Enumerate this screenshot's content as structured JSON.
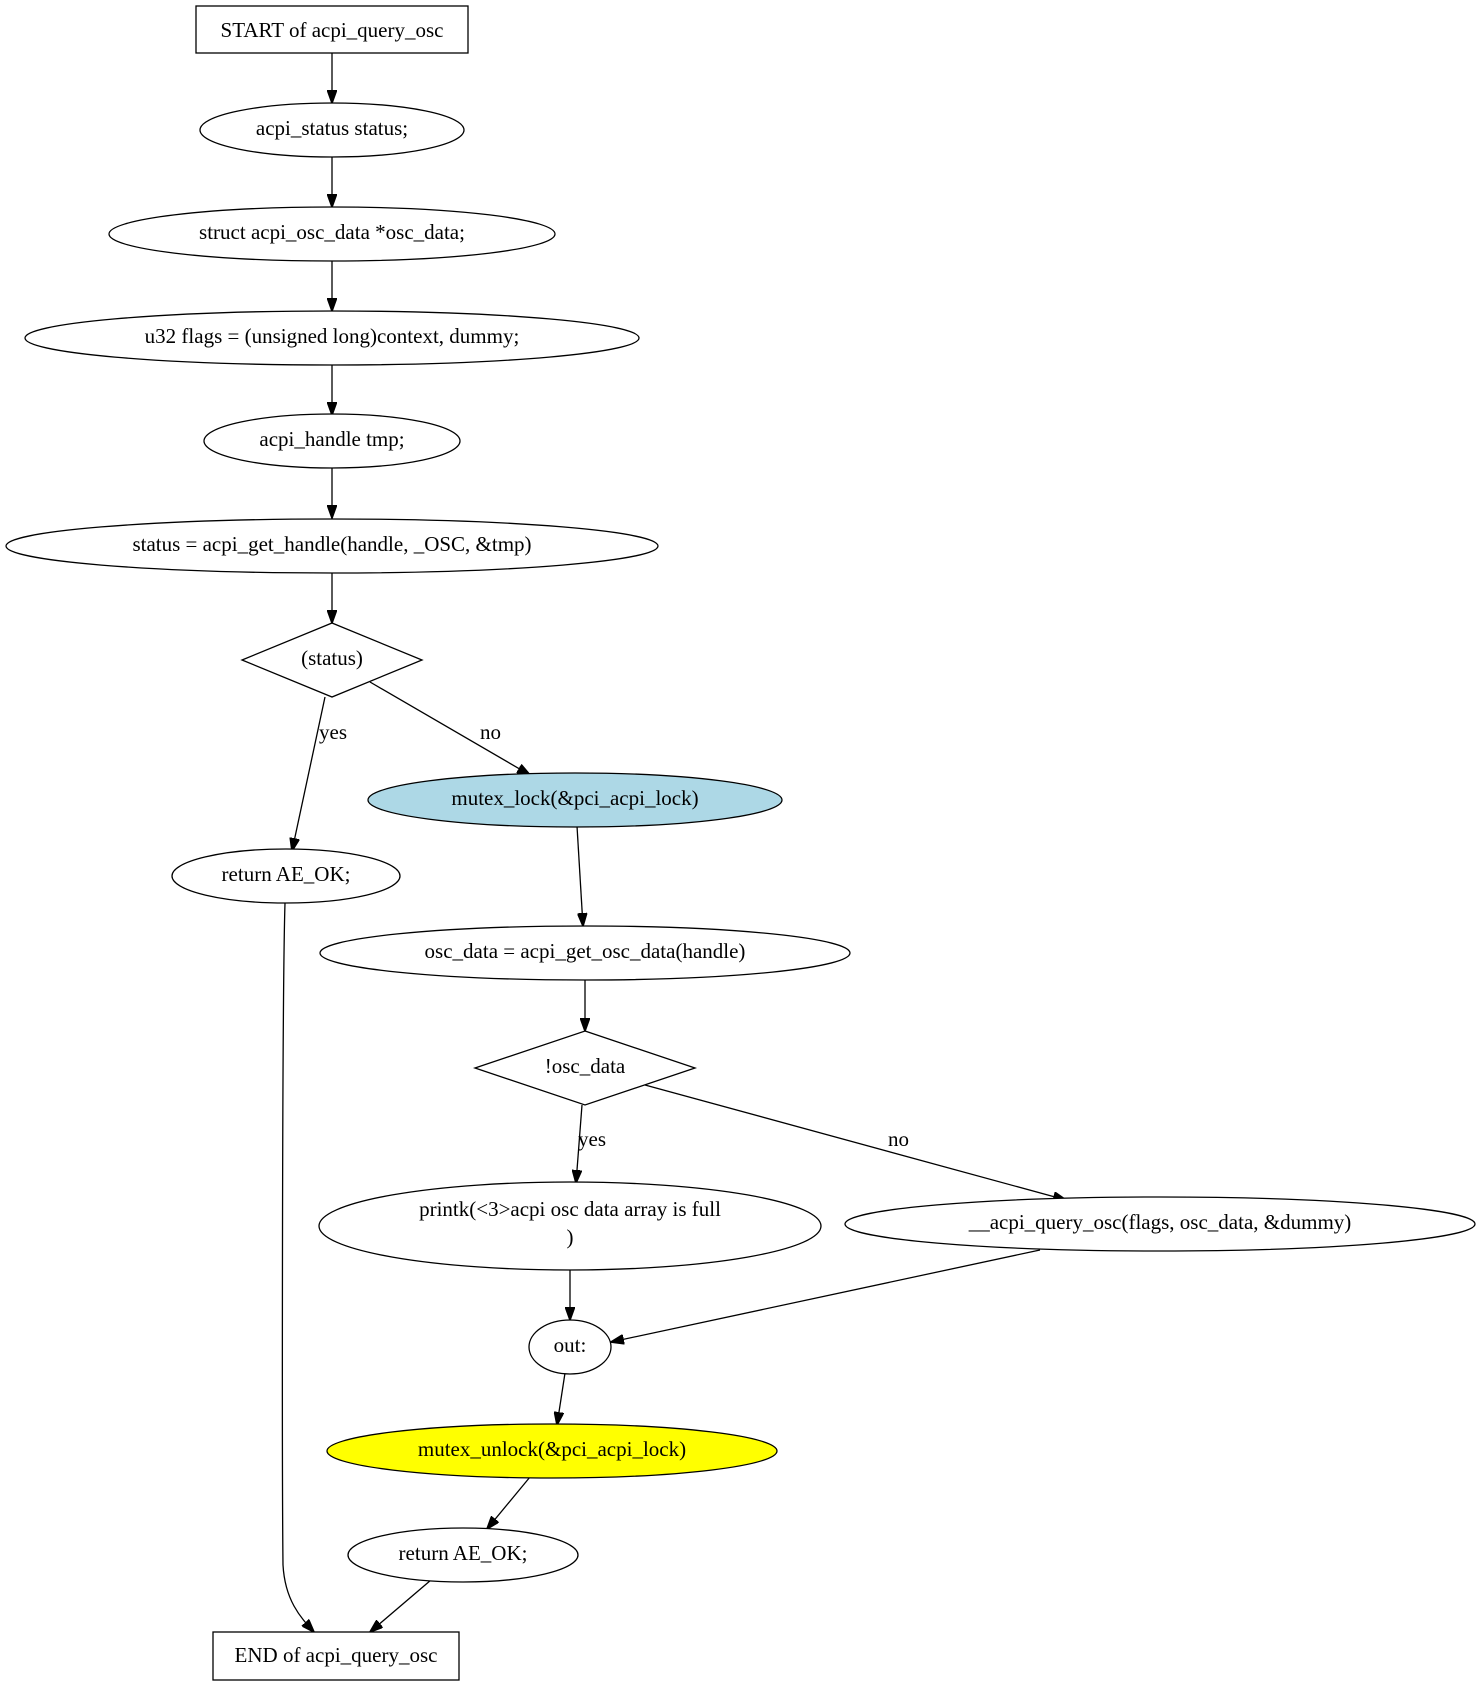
{
  "colors": {
    "default_fill": "#ffffff",
    "lock_fill": "#add8e6",
    "unlock_fill": "#ffff00",
    "stroke": "#000000"
  },
  "nodes": {
    "start": {
      "label": "START of acpi_query_osc"
    },
    "decl_status": {
      "label": "acpi_status status;"
    },
    "decl_osc_data": {
      "label": "struct acpi_osc_data *osc_data;"
    },
    "decl_flags": {
      "label": "u32 flags = (unsigned long)context, dummy;"
    },
    "decl_tmp": {
      "label": "acpi_handle tmp;"
    },
    "get_handle": {
      "label": "status = acpi_get_handle(handle, _OSC, &tmp)"
    },
    "cond_status": {
      "label": "(status)"
    },
    "return_early": {
      "label": "return AE_OK;"
    },
    "mutex_lock": {
      "label": "mutex_lock(&pci_acpi_lock)"
    },
    "get_osc_data": {
      "label": "osc_data = acpi_get_osc_data(handle)"
    },
    "cond_osc_data": {
      "label": "!osc_data"
    },
    "printk": {
      "line1": "printk(<3>acpi osc data array is full",
      "line2": ")"
    },
    "query_osc": {
      "label": "__acpi_query_osc(flags, osc_data, &dummy)"
    },
    "label_out": {
      "label": "out:"
    },
    "mutex_unlock": {
      "label": "mutex_unlock(&pci_acpi_lock)"
    },
    "return_final": {
      "label": "return AE_OK;"
    },
    "end": {
      "label": "END of acpi_query_osc"
    }
  },
  "edges": {
    "status_yes": "yes",
    "status_no": "no",
    "osc_yes": "yes",
    "osc_no": "no"
  }
}
